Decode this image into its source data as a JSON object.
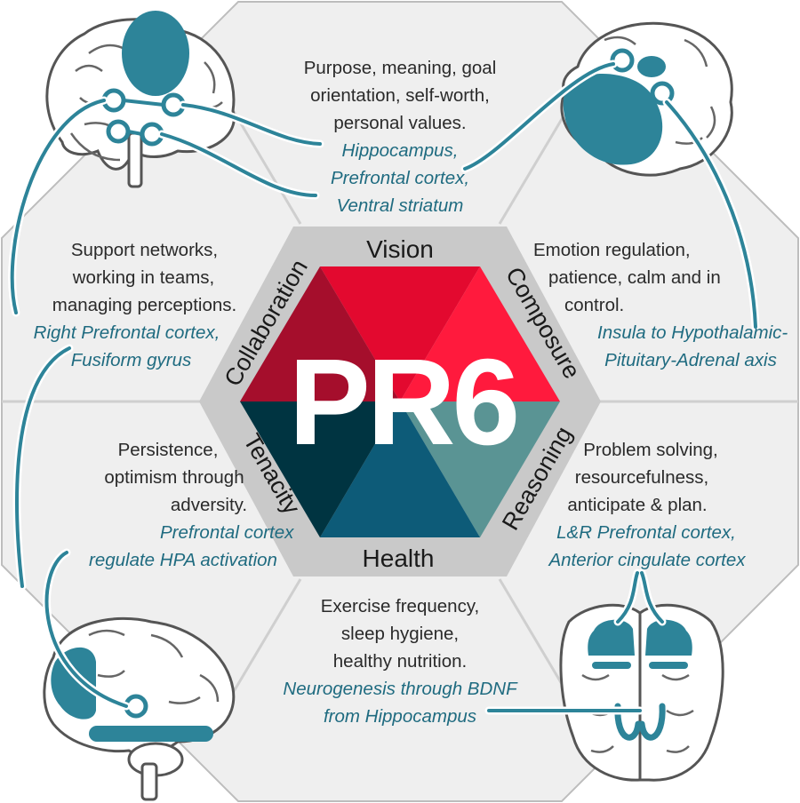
{
  "logo": {
    "text": "PR6"
  },
  "domains": {
    "vision": "Vision",
    "composure": "Composure",
    "reasoning": "Reasoning",
    "health": "Health",
    "tenacity": "Tenacity",
    "collaboration": "Collaboration"
  },
  "sections": {
    "vision": {
      "description": [
        "Purpose, meaning, goal",
        "orientation, self-worth,",
        "personal values."
      ],
      "regions": [
        "Hippocampus,",
        "Prefrontal cortex,",
        "Ventral striatum"
      ]
    },
    "composure": {
      "description": [
        "Emotion regulation,",
        "patience, calm and in",
        "control."
      ],
      "regions": [
        "Insula to Hypothalamic-",
        "Pituitary-Adrenal axis"
      ]
    },
    "reasoning": {
      "description": [
        "Problem solving,",
        "resourcefulness,",
        "anticipate & plan."
      ],
      "regions": [
        "L&R Prefrontal cortex,",
        "Anterior cingulate cortex"
      ]
    },
    "health": {
      "description": [
        "Exercise frequency,",
        "sleep hygiene,",
        "healthy nutrition."
      ],
      "regions": [
        "Neurogenesis through BDNF",
        "from Hippocampus"
      ]
    },
    "tenacity": {
      "description": [
        "Persistence,",
        "optimism through",
        "adversity."
      ],
      "regions": [
        "Prefrontal cortex",
        "regulate HPA activation"
      ]
    },
    "collaboration": {
      "description": [
        "Support networks,",
        "working in teams,",
        "managing perceptions."
      ],
      "regions": [
        "Right Prefrontal cortex,",
        "Fusiform gyrus"
      ]
    }
  },
  "colors": {
    "teal": "#2d8499",
    "grey_bg": "#efefef",
    "ring": "#c8c8c8",
    "red_top": "#e3092f",
    "red_dark": "#a50e2c",
    "red_light": "#ff1a3d",
    "navy": "#0d5b78",
    "navy_dark": "#003441",
    "teal_light": "#5a9494"
  }
}
